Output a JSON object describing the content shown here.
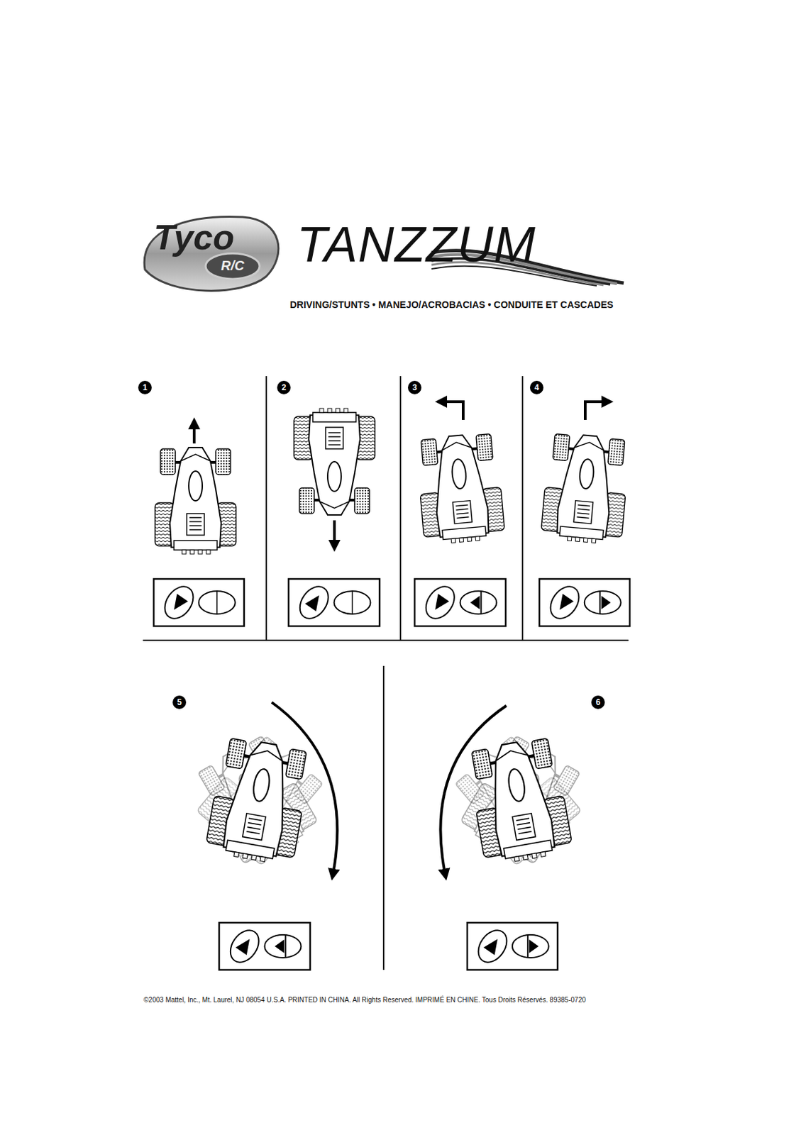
{
  "diagram": {
    "title": "DRIVING/STUNTS • MANEJO/ACROBACIAS • CONDUITE ET CASCADES",
    "caption": "©2003 Mattel, Inc., Mt. Laurel, NJ 08054 U.S.A. PRINTED IN CHINA. All Rights Reserved. IMPRIMÉ EN CHINE. Tous Droits Réservés. 89385-0720",
    "labels": [
      "Tyco",
      "R/C",
      "TANZZUM",
      "1",
      "2",
      "3",
      "4",
      "5",
      "6"
    ]
  }
}
